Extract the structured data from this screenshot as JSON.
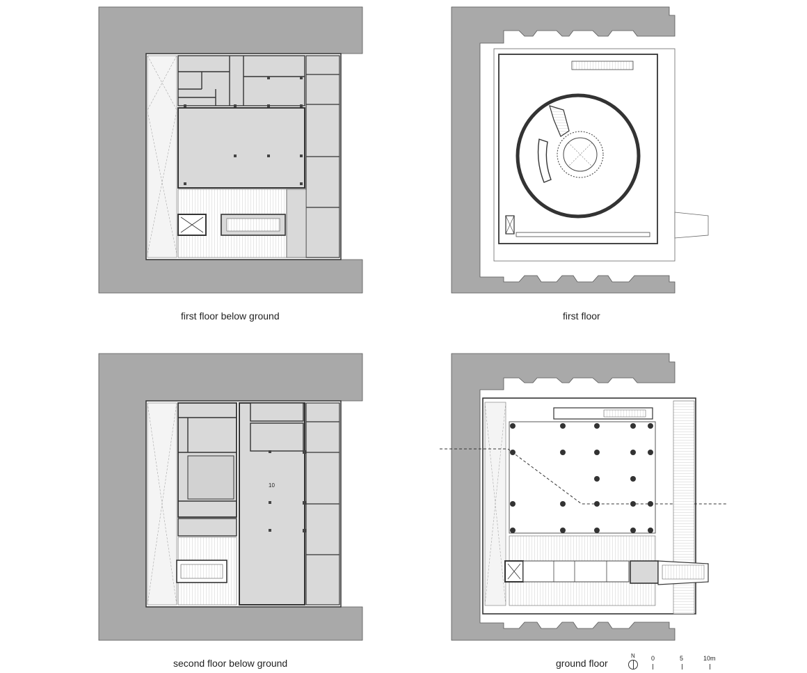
{
  "captions": {
    "top_left": "first floor below ground",
    "top_right": "first floor",
    "bottom_left": "second floor below ground",
    "bottom_right": "ground floor"
  },
  "legend": {
    "north": "N",
    "scale_labels": [
      "0",
      "5",
      "10m"
    ]
  },
  "room_labels": {
    "room_10": "10"
  },
  "colors": {
    "wall_fill": "#a9a9a9",
    "room_fill": "#d9d9d9",
    "line": "#333333"
  }
}
